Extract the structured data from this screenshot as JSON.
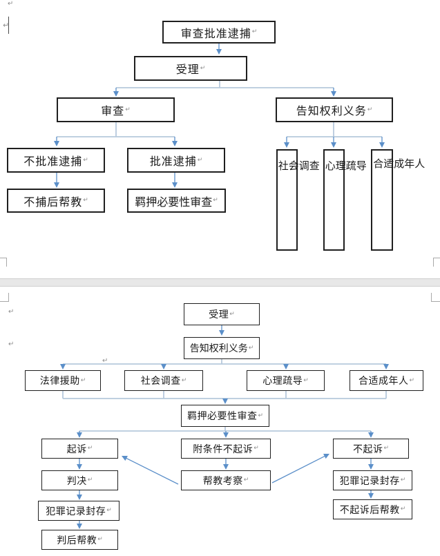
{
  "colors": {
    "arrow": "#5b8fc9",
    "connector": "#b6c9dc",
    "border": "#1f1f1f",
    "text": "#1a1a1a",
    "band": "#e8e8e8",
    "mark": "#a8a8a8",
    "pilcrow": "#8c8c8c"
  },
  "marks": {
    "pilcrow": "↵"
  },
  "page1": {
    "nodes": {
      "review_approve_arrest": "审查批准逮捕",
      "accept": "受理",
      "review": "审查",
      "inform_rights": "告知权利义务",
      "disapprove_arrest": "不批准逮捕",
      "approve_arrest": "批准逮捕",
      "post_non_arrest_help": "不捕后帮教",
      "detention_necessity_review": "羁押必要性审查",
      "social_investigation": "社会调查",
      "psychological_counseling": "心理疏导",
      "appropriate_adult": "合适成年人"
    }
  },
  "page2": {
    "nodes": {
      "accept": "受理",
      "inform_rights": "告知权利义务",
      "legal_aid": "法律援助",
      "social_investigation": "社会调查",
      "psychological_counseling": "心理疏导",
      "appropriate_adult": "合适成年人",
      "detention_necessity_review": "羁押必要性审查",
      "prosecution": "起诉",
      "conditional_non_prosecution": "附条件不起诉",
      "non_prosecution": "不起诉",
      "judgment": "判决",
      "help_and_inspection": "帮教考察",
      "criminal_record_sealing_left": "犯罪记录封存",
      "criminal_record_sealing_right": "犯罪记录封存",
      "post_judgment_help": "判后帮教",
      "post_non_prosecution_help": "不起诉后帮教"
    }
  }
}
